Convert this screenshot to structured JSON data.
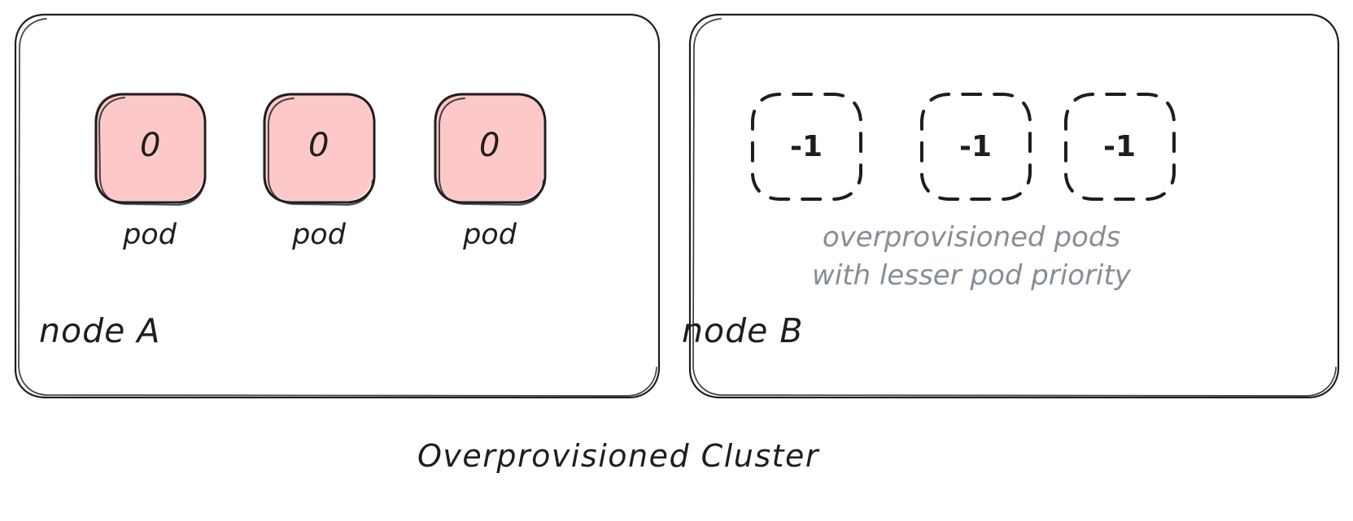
{
  "diagram": {
    "caption": "Overprovisioned Cluster",
    "style": "hand-drawn sketch",
    "colors": {
      "pod_fill": "#fdc8c8",
      "stroke": "#1e1e1e",
      "note_text": "#868e96",
      "background": "#ffffff"
    },
    "nodes": [
      {
        "id": "node-a",
        "label": "node A",
        "pods": [
          {
            "value": "0",
            "label": "pod",
            "kind": "regular"
          },
          {
            "value": "0",
            "label": "pod",
            "kind": "regular"
          },
          {
            "value": "0",
            "label": "pod",
            "kind": "regular"
          }
        ],
        "note": null
      },
      {
        "id": "node-b",
        "label": "node B",
        "pods": [
          {
            "value": "-1",
            "label": "",
            "kind": "overprovisioned"
          },
          {
            "value": "-1",
            "label": "",
            "kind": "overprovisioned"
          },
          {
            "value": "-1",
            "label": "",
            "kind": "overprovisioned"
          }
        ],
        "note": {
          "line1": "overprovisioned pods",
          "line2": "with lesser pod priority"
        }
      }
    ]
  }
}
